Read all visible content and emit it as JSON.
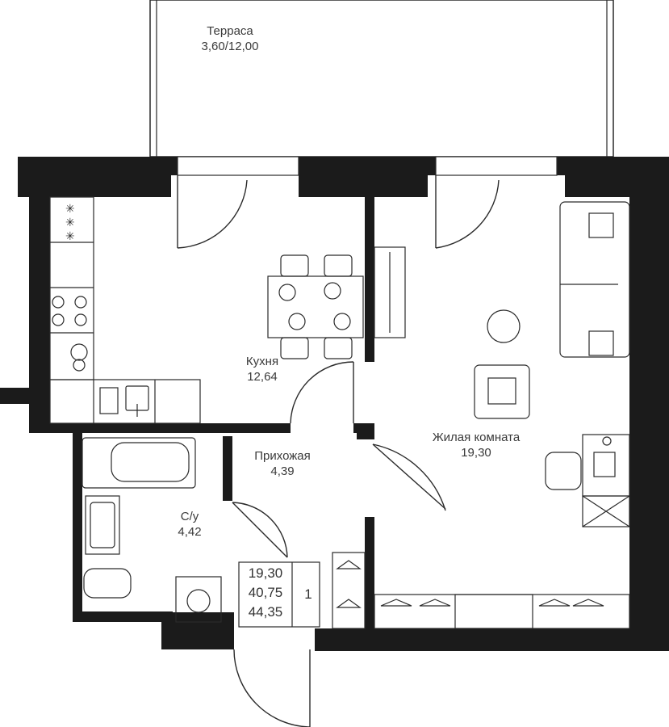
{
  "rooms": {
    "terrace": {
      "name": "Терраса",
      "area": "3,60/12,00"
    },
    "kitchen": {
      "name": "Кухня",
      "area": "12,64"
    },
    "living": {
      "name": "Жилая комната",
      "area": "19,30"
    },
    "hallway": {
      "name": "Прихожая",
      "area": "4,39"
    },
    "bathroom": {
      "name": "С/у",
      "area": "4,42"
    }
  },
  "summary": {
    "living_area": "19,30",
    "total_area": "40,75",
    "total_with_terrace": "44,35",
    "room_count": "1"
  },
  "colors": {
    "wall": "#1b1b1b",
    "line": "#2a2a2a",
    "background": "#ffffff"
  }
}
